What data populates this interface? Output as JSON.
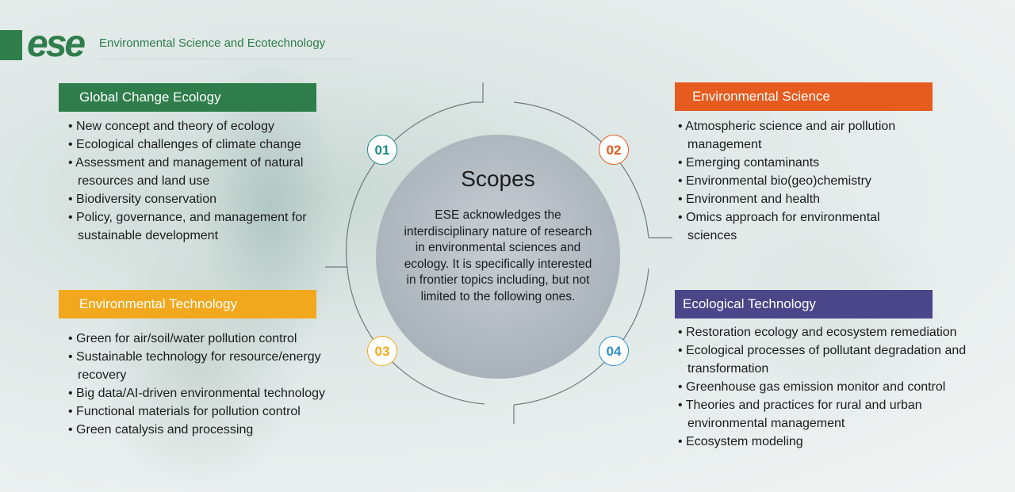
{
  "header": {
    "logo": "ese",
    "title": "Environmental Science and Ecotechnology"
  },
  "colors": {
    "green": "#2e7d4a",
    "orange": "#e65b1e",
    "yellow": "#f2a81d",
    "purple": "#4b4589",
    "teal": "#1a8a80",
    "blue": "#2e8fc7"
  },
  "center": {
    "title": "Scopes",
    "text": "ESE acknowledges the interdisciplinary nature of research in environmental sciences and ecology. It is specifically interested in frontier topics including, but not limited to the following ones."
  },
  "numbers": [
    "01",
    "02",
    "03",
    "04"
  ],
  "sections": {
    "global": {
      "title": "Global Change Ecology",
      "items": [
        "New concept and theory of ecology",
        "Ecological challenges of climate change",
        "Assessment and management of natural resources and land use",
        "Biodiversity conservation",
        "Policy, governance, and management for sustainable development"
      ]
    },
    "science": {
      "title": "Environmental Science",
      "items": [
        "Atmospheric science and air pollution management",
        "Emerging contaminants",
        "Environmental bio(geo)chemistry",
        "Environment and health",
        "Omics approach for environmental sciences"
      ]
    },
    "technology": {
      "title": "Environmental Technology",
      "items": [
        "Green for air/soil/water pollution control",
        "Sustainable technology for resource/energy recovery",
        "Big data/AI-driven environmental technology",
        "Functional materials for pollution control",
        "Green catalysis and processing"
      ]
    },
    "ecotech": {
      "title": "Ecological Technology",
      "items": [
        "Restoration ecology and ecosystem remediation",
        "Ecological processes of pollutant degradation and transformation",
        "Greenhouse gas emission monitor and control",
        "Theories and practices for rural and urban environmental management",
        "Ecosystem modeling"
      ]
    }
  }
}
